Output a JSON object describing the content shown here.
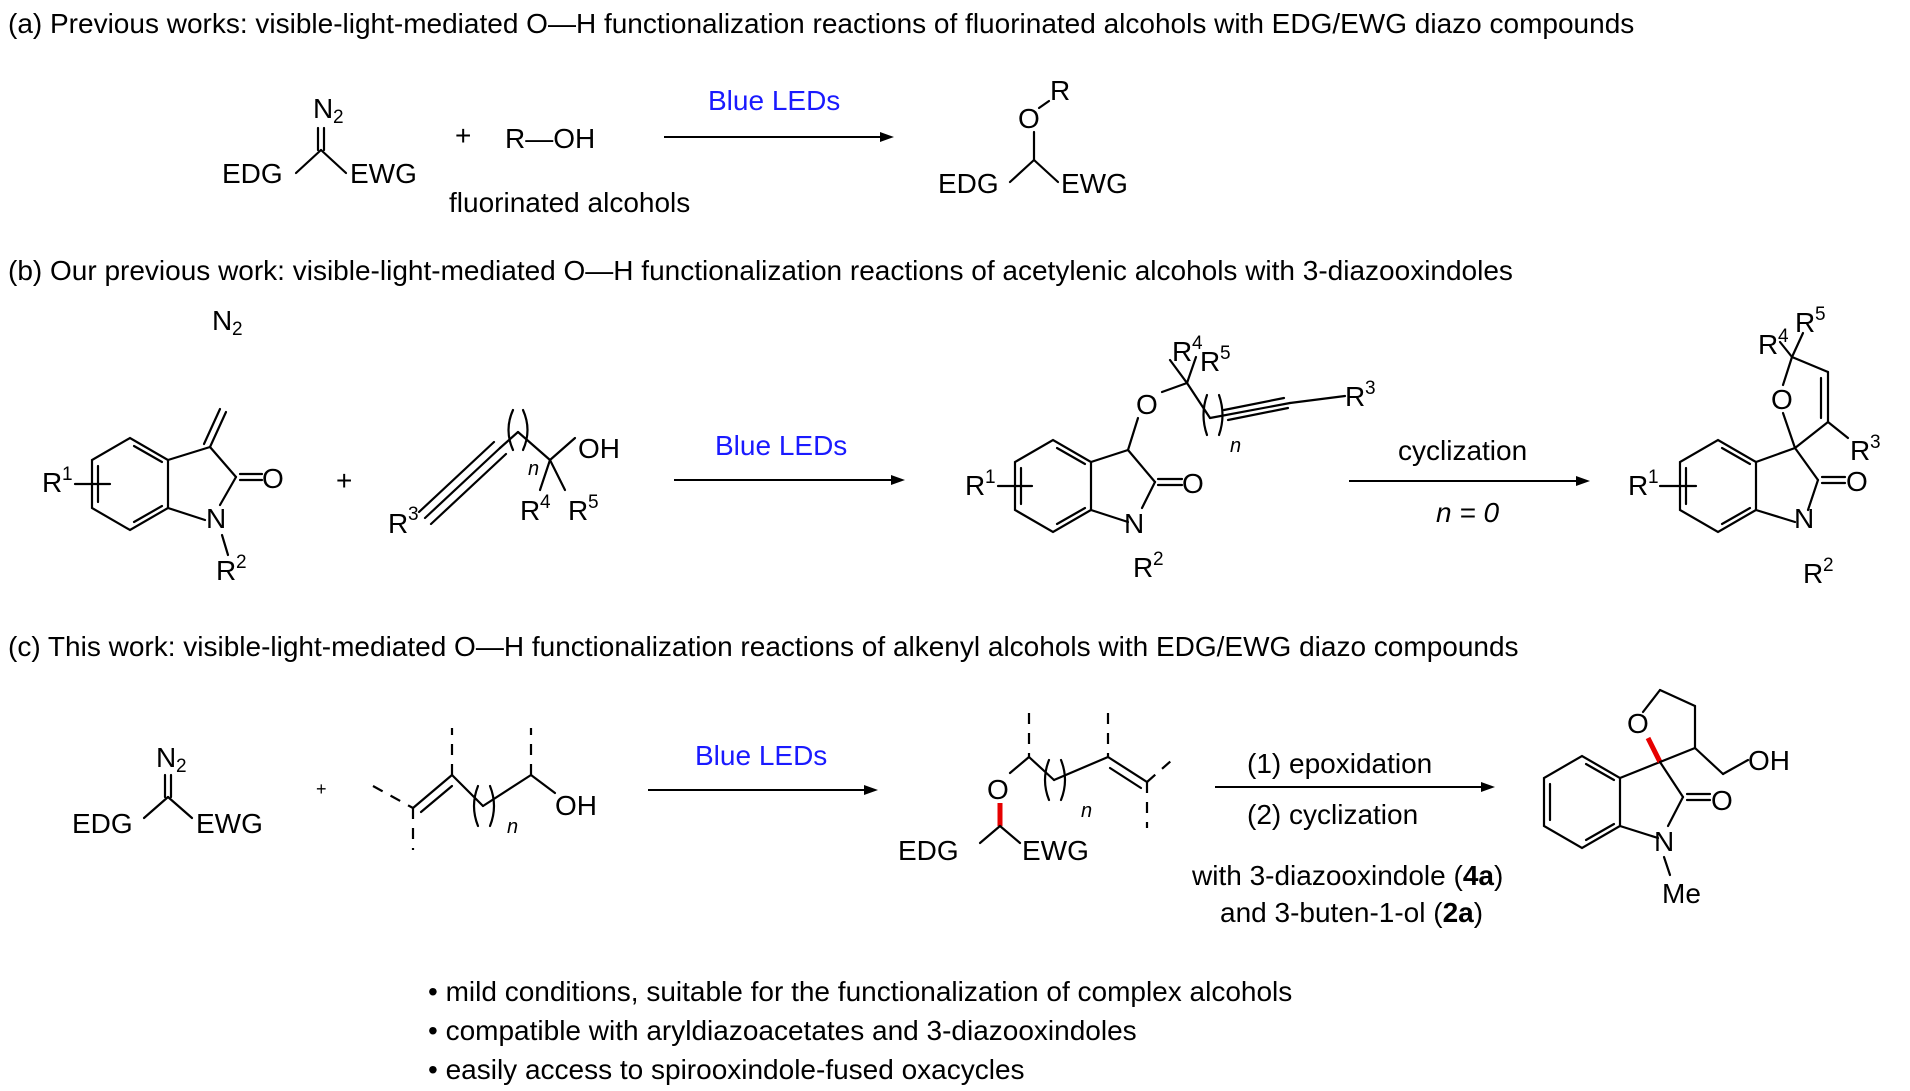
{
  "sections": {
    "a": {
      "header": "(a) Previous works: visible-light-mediated O—H functionalization reactions of fluorinated alcohols with EDG/EWG diazo compounds",
      "reagent_n2": "N",
      "reagent_n2_sub": "2",
      "edg": "EDG",
      "ewg": "EWG",
      "plus": "+",
      "alcohol": "R—OH",
      "alcohol_caption": "fluorinated alcohols",
      "condition": "Blue LEDs",
      "product_o": "O",
      "product_r": "R",
      "product_edg": "EDG",
      "product_ewg": "EWG"
    },
    "b": {
      "header": "(b)  Our previous work: visible-light-mediated O—H functionalization reactions of acetylenic alcohols with 3-diazooxindoles",
      "n2": "N",
      "n2_sub": "2",
      "r": "R",
      "s1": "1",
      "s2": "2",
      "s3": "3",
      "s4": "4",
      "s5": "5",
      "o": "O",
      "n": "N",
      "oh": "OH",
      "n_index": "n",
      "plus": "+",
      "condition": "Blue LEDs",
      "step2_top": "cyclization",
      "step2_bottom": "n = 0"
    },
    "c": {
      "header": "(c) This work: visible-light-mediated O—H functionalization reactions of alkenyl alcohols with EDG/EWG diazo compounds",
      "n2": "N",
      "n2_sub": "2",
      "edg": "EDG",
      "ewg": "EWG",
      "plus": "+",
      "oh": "OH",
      "o": "O",
      "n_index": "n",
      "condition": "Blue LEDs",
      "step1": "(1) epoxidation",
      "step2": "(2) cyclization",
      "note_line1_pre": "with 3-diazooxindole (",
      "note_line1_bold": "4a",
      "note_line1_post": ")",
      "note_line2_pre": "and 3-buten-1-ol (",
      "note_line2_bold": "2a",
      "note_line2_post": ")",
      "product_n": "N",
      "product_me": "Me",
      "product_oh": "OH"
    }
  },
  "bullets": [
    "• mild conditions, suitable for the functionalization of complex alcohols",
    "• compatible with aryldiazoacetates and 3-diazooxindoles",
    "• easily access to spirooxindole-fused oxacycles"
  ],
  "colors": {
    "condition_text": "#1a1aff",
    "highlight_bond": "#e60000"
  }
}
